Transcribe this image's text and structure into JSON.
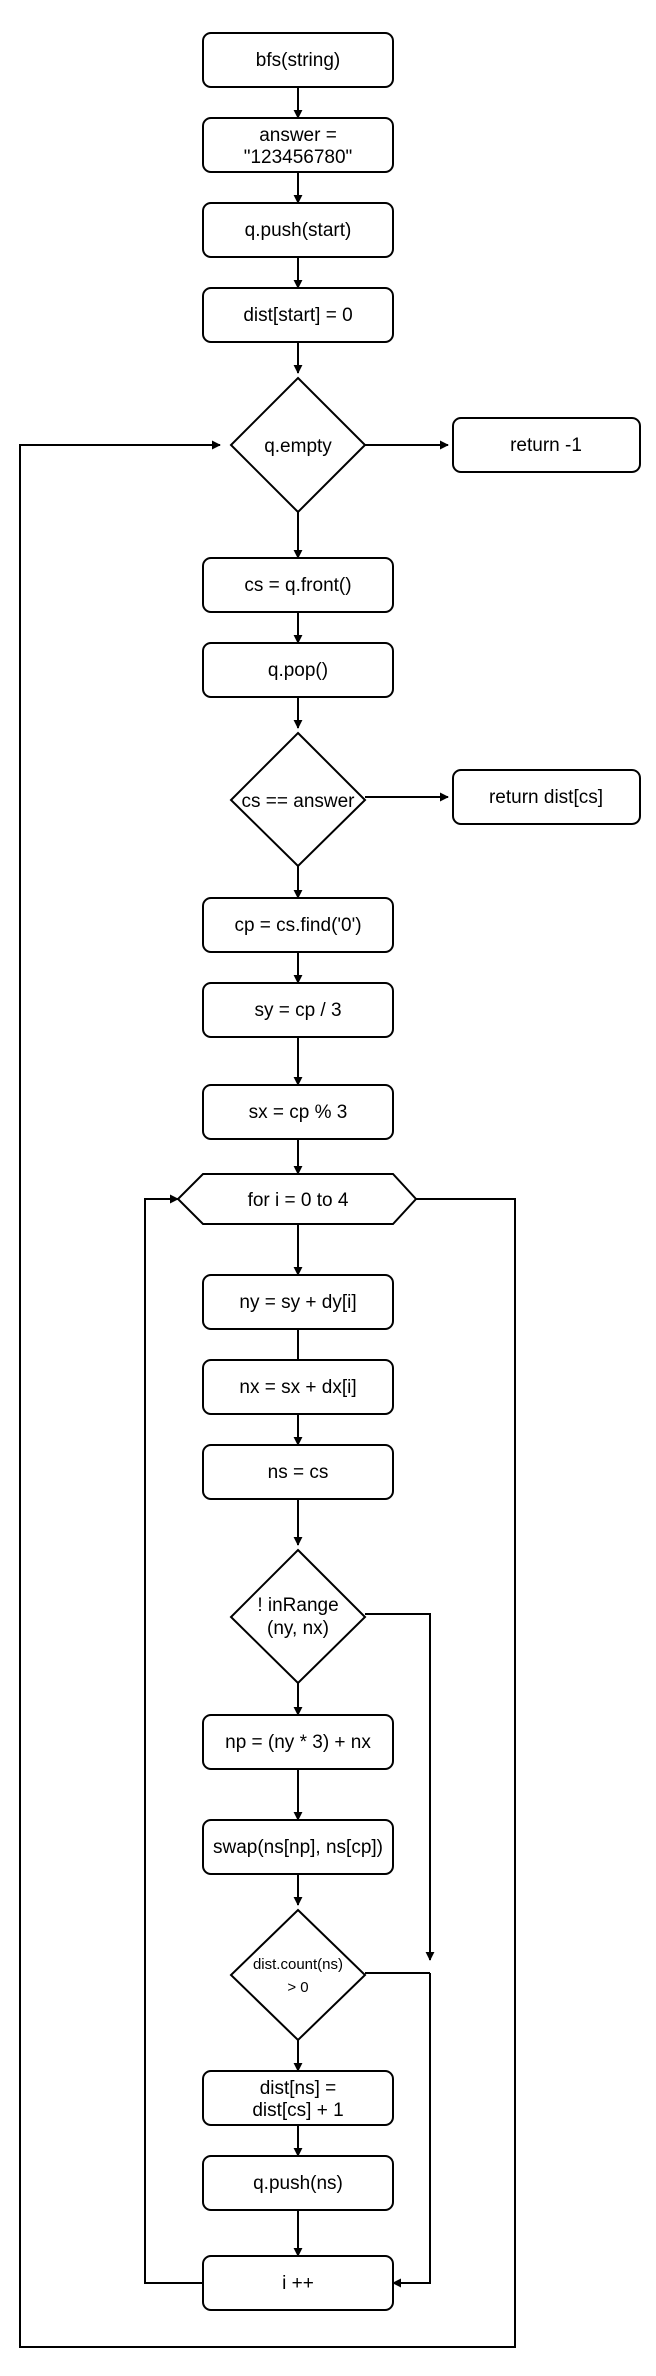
{
  "nodes": {
    "bfs": "bfs(string)",
    "answer_l1": "answer =",
    "answer_l2": "\"123456780\"",
    "qpush_start": "q.push(start)",
    "dist_start": "dist[start] = 0",
    "qempty": "q.empty",
    "return_neg1": "return -1",
    "cs_front": "cs = q.front()",
    "qpop": "q.pop()",
    "cs_answer": "cs == answer",
    "return_dist": "return dist[cs]",
    "cp_find": "cp = cs.find('0')",
    "sy": "sy = cp / 3",
    "sx": "sx = cp % 3",
    "for_loop": "for i = 0 to 4",
    "ny": "ny = sy + dy[i]",
    "nx": "nx = sx + dx[i]",
    "ns": "ns = cs",
    "inrange_l1": "! inRange",
    "inrange_l2": "(ny, nx)",
    "np": "np = (ny * 3) + nx",
    "swap": "swap(ns[np], ns[cp])",
    "distcount_l1": "dist.count(ns)",
    "distcount_l2": "> 0",
    "distns_l1": "dist[ns] =",
    "distns_l2": "dist[cs] + 1",
    "qpush_ns": "q.push(ns)",
    "iplus": "i ++"
  }
}
